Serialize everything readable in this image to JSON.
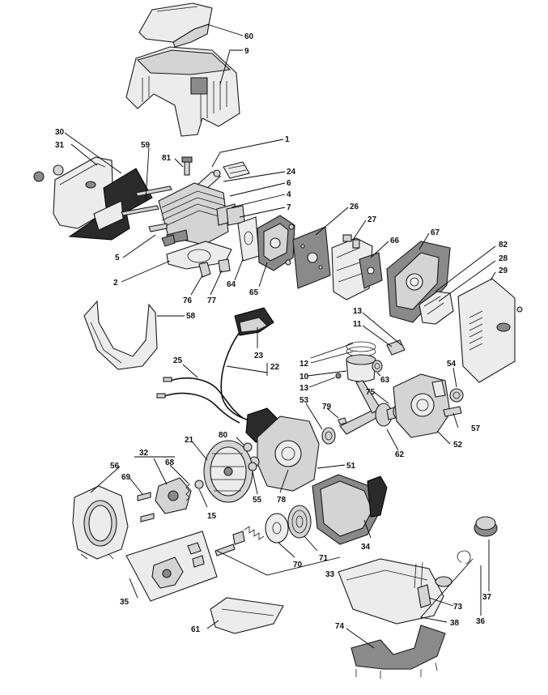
{
  "diagram": {
    "callouts": [
      {
        "id": "60",
        "label": "60"
      },
      {
        "id": "9",
        "label": "9"
      },
      {
        "id": "30",
        "label": "30"
      },
      {
        "id": "31",
        "label": "31"
      },
      {
        "id": "59",
        "label": "59"
      },
      {
        "id": "81",
        "label": "81"
      },
      {
        "id": "1",
        "label": "1"
      },
      {
        "id": "24",
        "label": "24"
      },
      {
        "id": "6",
        "label": "6"
      },
      {
        "id": "4",
        "label": "4"
      },
      {
        "id": "7",
        "label": "7"
      },
      {
        "id": "26",
        "label": "26"
      },
      {
        "id": "27",
        "label": "27"
      },
      {
        "id": "66",
        "label": "66"
      },
      {
        "id": "67",
        "label": "67"
      },
      {
        "id": "82",
        "label": "82"
      },
      {
        "id": "28",
        "label": "28"
      },
      {
        "id": "29",
        "label": "29"
      },
      {
        "id": "5",
        "label": "5"
      },
      {
        "id": "2",
        "label": "2"
      },
      {
        "id": "76",
        "label": "76"
      },
      {
        "id": "77",
        "label": "77"
      },
      {
        "id": "64",
        "label": "64"
      },
      {
        "id": "65",
        "label": "65"
      },
      {
        "id": "58",
        "label": "58"
      },
      {
        "id": "13a",
        "label": "13"
      },
      {
        "id": "11",
        "label": "11"
      },
      {
        "id": "23",
        "label": "23"
      },
      {
        "id": "22",
        "label": "22"
      },
      {
        "id": "12",
        "label": "12"
      },
      {
        "id": "10",
        "label": "10"
      },
      {
        "id": "13b",
        "label": "13"
      },
      {
        "id": "63",
        "label": "63"
      },
      {
        "id": "54",
        "label": "54"
      },
      {
        "id": "25",
        "label": "25"
      },
      {
        "id": "75",
        "label": "75"
      },
      {
        "id": "53",
        "label": "53"
      },
      {
        "id": "79",
        "label": "79"
      },
      {
        "id": "57",
        "label": "57"
      },
      {
        "id": "52",
        "label": "52"
      },
      {
        "id": "62",
        "label": "62"
      },
      {
        "id": "80",
        "label": "80"
      },
      {
        "id": "21",
        "label": "21"
      },
      {
        "id": "32",
        "label": "32"
      },
      {
        "id": "56",
        "label": "56"
      },
      {
        "id": "68",
        "label": "68"
      },
      {
        "id": "69",
        "label": "69"
      },
      {
        "id": "51",
        "label": "51"
      },
      {
        "id": "15",
        "label": "15"
      },
      {
        "id": "55",
        "label": "55"
      },
      {
        "id": "78",
        "label": "78"
      },
      {
        "id": "34",
        "label": "34"
      },
      {
        "id": "71",
        "label": "71"
      },
      {
        "id": "70",
        "label": "70"
      },
      {
        "id": "33",
        "label": "33"
      },
      {
        "id": "35",
        "label": "35"
      },
      {
        "id": "37",
        "label": "37"
      },
      {
        "id": "73",
        "label": "73"
      },
      {
        "id": "38",
        "label": "38"
      },
      {
        "id": "36",
        "label": "36"
      },
      {
        "id": "61",
        "label": "61"
      },
      {
        "id": "74",
        "label": "74"
      }
    ]
  }
}
